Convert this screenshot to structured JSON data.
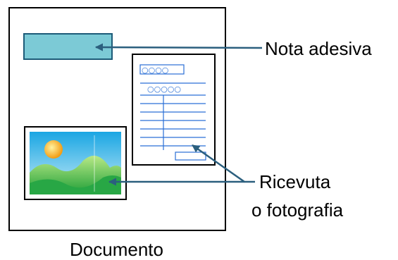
{
  "labels": {
    "sticky_note": "Nota adesiva",
    "receipt_line1": "Ricevuta",
    "receipt_line2": "o fotografia",
    "document": "Documento"
  },
  "receipt": {
    "header_circles": "○○○○",
    "second_circles": "○○○○○"
  },
  "colors": {
    "document_border": "#000000",
    "sticky_fill": "#7ccad6",
    "sticky_stroke": "#1d5b78",
    "arrow": "#2b5f7e",
    "receipt_lines": "#2a6fd6",
    "sky": "#4fc3ec",
    "sun": "#f7a81b",
    "hills": "#2eaa3c"
  }
}
